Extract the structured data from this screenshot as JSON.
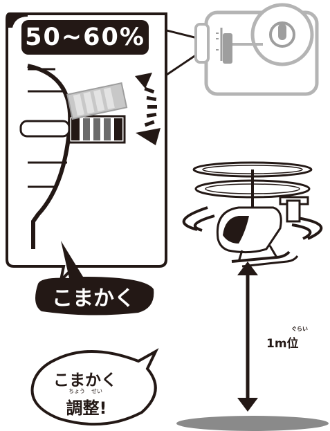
{
  "trim_badge": {
    "text": "50~60%"
  },
  "trim_tag": {
    "text": "こまかく"
  },
  "hover_height": {
    "text": "1m位",
    "ruby": "ぐらい"
  },
  "speech_bubble": {
    "line1": "こまかく",
    "line2": "調整!",
    "ruby_left": "ちょう",
    "ruby_right": "せい"
  },
  "colors": {
    "ink": "#231815",
    "controller_gray": "#9e9e9e",
    "light_gray": "#c8c8c8",
    "shadow_gray": "#8a8a8a"
  }
}
